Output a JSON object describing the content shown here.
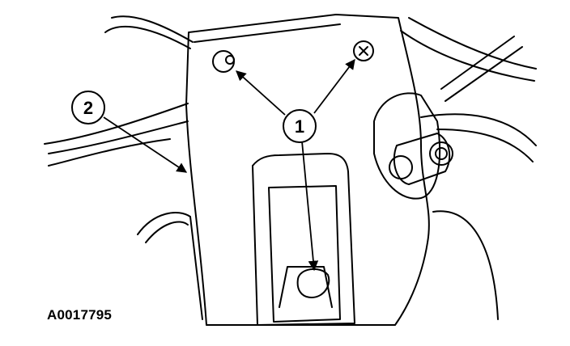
{
  "figure": {
    "reference_code": "A0017795",
    "callouts": [
      {
        "label": "1"
      },
      {
        "label": "2"
      }
    ],
    "colors": {
      "line": "#000000",
      "background": "#ffffff"
    }
  }
}
